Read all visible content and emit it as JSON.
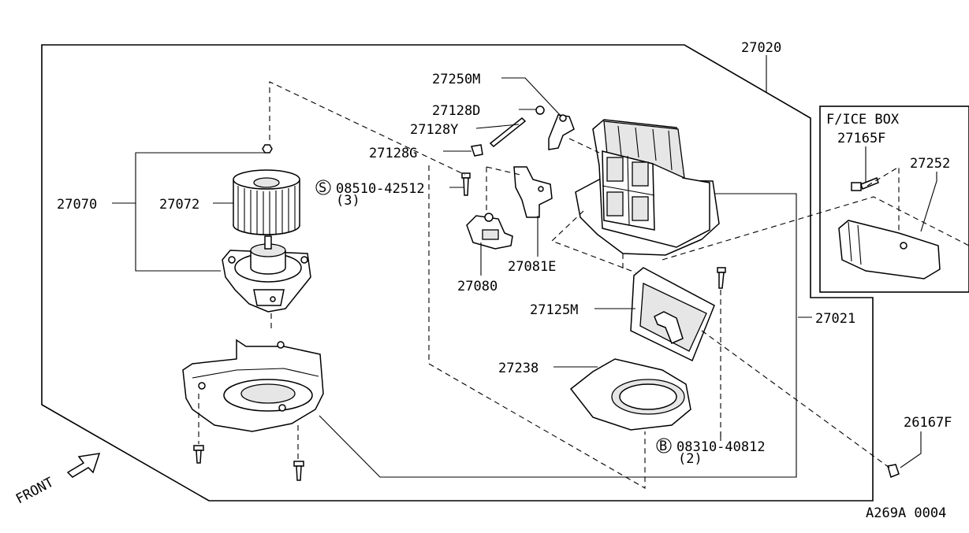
{
  "callouts": {
    "c27020": "27020",
    "c27250M": "27250M",
    "c27128D": "27128D",
    "c27128Y": "27128Y",
    "c27128G": "27128G",
    "c08510": "08510-42512",
    "c08510_qty": "(3)",
    "c08510_prefix": "S",
    "c27070": "27070",
    "c27072": "27072",
    "c27080": "27080",
    "c27081E": "27081E",
    "c27125M": "27125M",
    "c27021": "27021",
    "c27238": "27238",
    "c08310": "08310-40812",
    "c08310_qty": "(2)",
    "c08310_prefix": "B",
    "c26167F": "26167F",
    "c27165F": "27165F",
    "c27252": "27252"
  },
  "inset": {
    "title": "F/ICE BOX"
  },
  "front_label": "FRONT",
  "figure_code": "A269A 0004"
}
